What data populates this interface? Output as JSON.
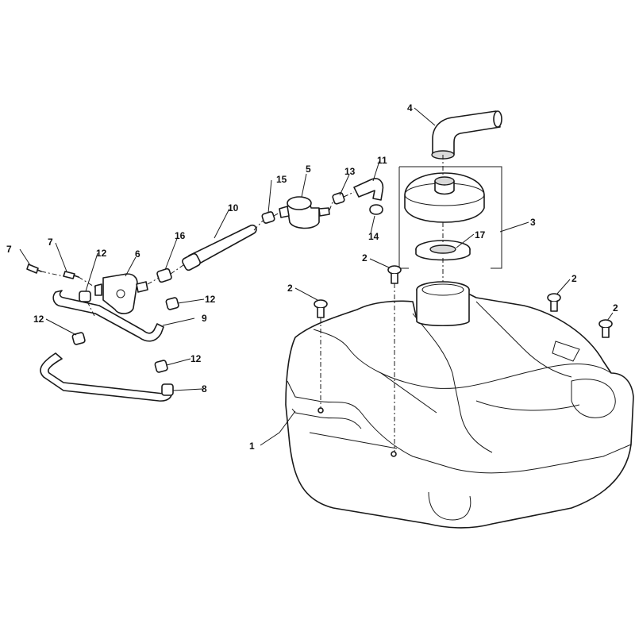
{
  "diagram": {
    "type": "exploded-parts",
    "callouts": {
      "c1": "1",
      "c2a": "2",
      "c2b": "2",
      "c2c": "2",
      "c2d": "2",
      "c3": "3",
      "c4": "4",
      "c5": "5",
      "c6": "6",
      "c7a": "7",
      "c7b": "7",
      "c8": "8",
      "c9": "9",
      "c10": "10",
      "c11": "11",
      "c12a": "12",
      "c12b": "12",
      "c12c": "12",
      "c12d": "12",
      "c13": "13",
      "c14": "14",
      "c15": "15",
      "c16": "16",
      "c17": "17"
    }
  }
}
